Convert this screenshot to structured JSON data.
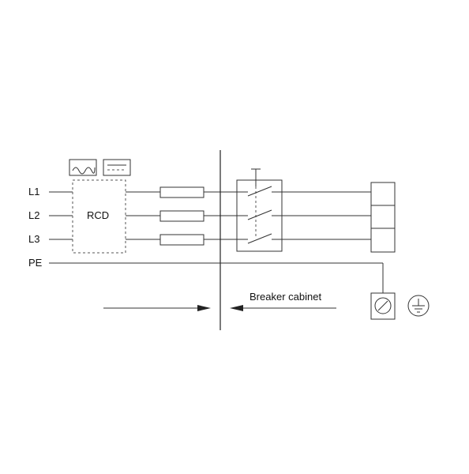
{
  "lines": {
    "l1": "L1",
    "l2": "L2",
    "l3": "L3",
    "pe": "PE"
  },
  "devices": {
    "rcd": "RCD"
  },
  "annotations": {
    "cabinet": "Breaker cabinet"
  },
  "icons": {
    "ac_dc_sensitivity": "ac-wave-icon",
    "dc_sensitivity": "dc-dashed-icon",
    "earth": "ground-symbol-icon",
    "terminal": "earth-terminal-icon"
  },
  "colors": {
    "stroke": "#222222",
    "background": "#ffffff"
  }
}
